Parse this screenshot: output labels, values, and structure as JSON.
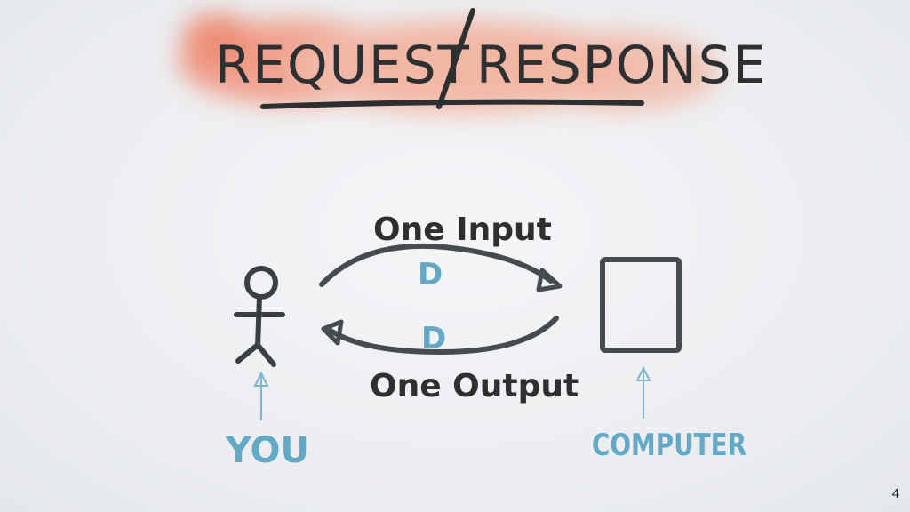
{
  "slide": {
    "title_left": "Request",
    "title_right": "Response",
    "arrow_top_label": "One Input",
    "arrow_bottom_label": "One Output",
    "packet_top": "D",
    "packet_bottom": "D",
    "left_actor_label": "You",
    "right_actor_label": "Computer",
    "page_number": "4"
  },
  "colors": {
    "ink": "#2d2f31",
    "accent": "#63a9c6",
    "highlight": "#f08a6c",
    "background": "#eef0f3"
  },
  "icons": {
    "left_actor": "stick-figure-icon",
    "right_actor": "computer-box-icon"
  }
}
